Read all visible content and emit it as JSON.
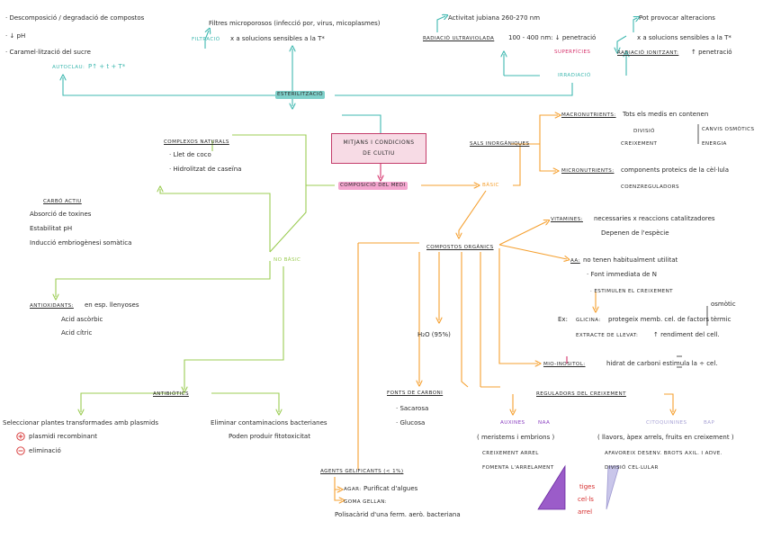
{
  "center": {
    "line1": "MITJANS I CONDICIONS",
    "line2": "DE CULTIU"
  },
  "composicio": "COMPOSICIÓ DEL MEDI",
  "esterilitzacio": {
    "label": "ESTERILITZACIÓ",
    "left_notes": [
      "· Descomposició / degradació de compostos",
      "· ↓ pH",
      "· Caramel·lització del sucre"
    ],
    "autoclau_label": "AUTOCLAU:",
    "autoclau_value": "P↑ + t + T*",
    "filtracio_label": "FILTRACIÓ",
    "filtracio_text": "x a solucions sensibles a la T*",
    "filtres_text": "Filtres microporosos (infecció por, virus, micoplasmes)",
    "radiacio_uv_label": "RADIACIÓ ULTRAVIOLADA",
    "radiacio_uv_text": "100 - 400 nm: ↓ penetració",
    "activitat_text": "Activitat jubiana 260-270 nm",
    "superficies": "SUPERFÍCIES",
    "irradiacio": "IRRADIACIÓ",
    "radiacio_ion_label": "RADIACIÓ IONITZANT:",
    "radiacio_ion_text": "↑ penetració",
    "pot_provocar": "Pot provocar alteracions",
    "x_solucions": "x a solucions sensibles a la T*"
  },
  "no_basic": {
    "label": "NO BÀSIC",
    "complexos_label": "COMPLEXOS NATURALS",
    "complexos_items": [
      "· Llet de coco",
      "· Hidrolitzat de caseïna"
    ],
    "carbo_label": "CARBÓ ACTIU",
    "carbo_items": [
      "Absorció de toxines",
      "Estabilitat pH",
      "Inducció embriogènesi somàtica"
    ],
    "antiox_label": "ANTIOXIDANTS:",
    "antiox_text": "en esp. llenyoses",
    "antiox_items": [
      "Acid ascòrbic",
      "Acid cítric"
    ],
    "antibiotics_label": "ANTIBIÒTICS",
    "antib_left": "Seleccionar plantes transformades amb plasmids",
    "antib_plus": "plasmidi recombinant",
    "antib_minus": "eliminació",
    "antib_right1": "Eliminar contaminacions bacterianes",
    "antib_right2": "Poden produir fitotoxicitat"
  },
  "basic": {
    "label": "BÀSIC",
    "sals_label": "SALS INORGÀNIQUES",
    "macro_label": "MACRONUTRIENTS:",
    "macro_text": "Tots els medis en contenen",
    "divisio": "DIVISIÓ",
    "creixement": "CREIXEMENT",
    "canvis": "CANVIS OSMÒTICS",
    "energia": "ENERGIA",
    "micro_label": "MICRONUTRIENTS:",
    "micro_text": "components proteics de la cèl·lula",
    "coenz": "COENZREGULADORS",
    "compostos_label": "COMPOSTOS ORGÀNICS",
    "vitamines_label": "VITAMINES:",
    "vitamines_text": "necessaries x reaccions catalitzadores",
    "vitamines_sub": "Depenen de l'espècie",
    "aa_label": "AA:",
    "aa_text": "no tenen habitualment utilitat",
    "aa_sub1": "· Font immediata de N",
    "aa_sub2": "· ESTIMULEN EL CREIXEMENT",
    "ex_label": "Ex:",
    "glicina_label": "GLICINA:",
    "glicina_text": "protegeix memb. cel. de factors",
    "osmotic": "osmòtic",
    "termic": "tèrmic",
    "extracte": "EXTRACTE DE LLEVAT:",
    "extracte_text": "↑ rendiment del cell.",
    "h2o": "H₂O (95%)",
    "mio_label": "MIO-INOSITOL:",
    "mio_text": "hidrat de carboni estimula la ÷ cel.",
    "fonts_label": "FONTS DE CARBONI",
    "fonts_items": [
      "· Sacarosa",
      "· Glucosa"
    ],
    "reguladors_label": "REGULADORS DEL CREIXEMENT",
    "auxines": "AUXINES",
    "naa": "NAA",
    "auxines_sub": "( meristems i embrions )",
    "auxines_items": [
      "CREIXEMENT ARREL",
      "FOMENTA L'ARRELAMENT"
    ],
    "citoquinines": "CITOQUININES",
    "bap": "BAP",
    "cito_sub": "( llavors, àpex arrels, fruits en creixement )",
    "cito_items": [
      "AFAVOREIX DESENV. BROTS AXIL. I ADVE.",
      "DIVISIÓ CEL·LULAR"
    ],
    "tiges": [
      "tiges",
      "cel·ls",
      "arrel"
    ],
    "agents_label": "AGENTS GELIFICANTS (< 1%)",
    "agar_label": "AGAR:",
    "agar_text": "Purificat d'algues",
    "goma_label": "GOMA GELLAN:",
    "goma_text": "Polisacàrid d'una ferm. aerò. bacteriana"
  },
  "colors": {
    "teal": "#3fb8b0",
    "green": "#9ccc54",
    "orange": "#f5a030",
    "pink": "#d6336c",
    "purple": "#8a3fc0",
    "lavender": "#a9a4d6",
    "red": "#d62d2d"
  }
}
